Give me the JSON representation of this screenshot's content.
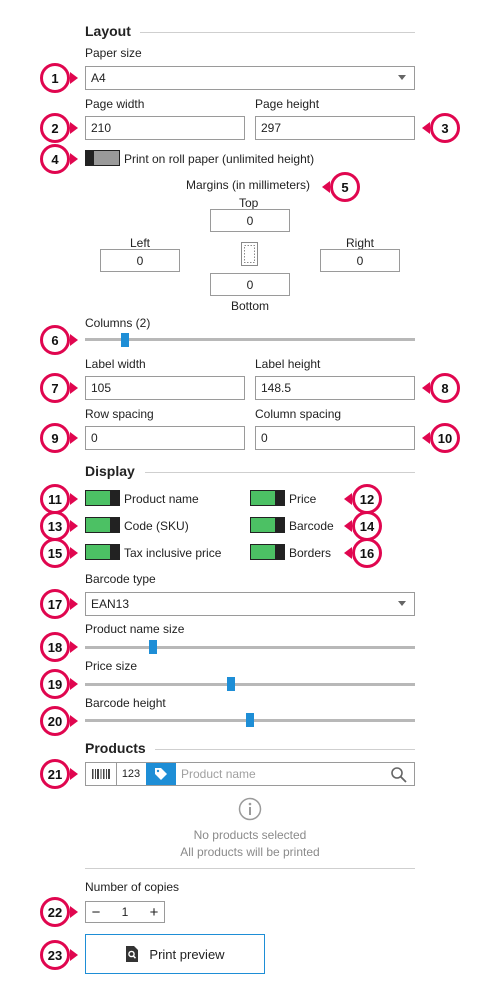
{
  "layout": {
    "title": "Layout",
    "paper_size_label": "Paper size",
    "paper_size_value": "A4",
    "page_width_label": "Page width",
    "page_width_value": "210",
    "page_height_label": "Page height",
    "page_height_value": "297",
    "roll_paper_label": "Print on roll paper (unlimited height)",
    "roll_paper_on": false,
    "margins_title": "Margins (in millimeters)",
    "top_label": "Top",
    "top_value": "0",
    "left_label": "Left",
    "left_value": "0",
    "right_label": "Right",
    "right_value": "0",
    "bottom_label": "Bottom",
    "bottom_value": "0",
    "columns_label": "Columns (2)",
    "label_width_label": "Label width",
    "label_width_value": "105",
    "label_height_label": "Label height",
    "label_height_value": "148.5",
    "row_spacing_label": "Row spacing",
    "row_spacing_value": "0",
    "column_spacing_label": "Column spacing",
    "column_spacing_value": "0"
  },
  "display": {
    "title": "Display",
    "toggles": [
      {
        "label": "Product name",
        "on": true
      },
      {
        "label": "Price",
        "on": true
      },
      {
        "label": "Code (SKU)",
        "on": true
      },
      {
        "label": "Barcode",
        "on": true
      },
      {
        "label": "Tax inclusive price",
        "on": true
      },
      {
        "label": "Borders",
        "on": true
      }
    ],
    "barcode_type_label": "Barcode type",
    "barcode_type_value": "EAN13",
    "product_name_size_label": "Product name size",
    "price_size_label": "Price size",
    "barcode_height_label": "Barcode height"
  },
  "products": {
    "title": "Products",
    "tab_number_label": "123",
    "search_placeholder": "Product name",
    "empty_line1": "No products selected",
    "empty_line2": "All products will be printed",
    "copies_label": "Number of copies",
    "copies_value": "1",
    "minus": "−",
    "plus": "+",
    "print_preview_label": "Print preview"
  },
  "callouts": [
    "1",
    "2",
    "3",
    "4",
    "5",
    "6",
    "7",
    "8",
    "9",
    "10",
    "11",
    "12",
    "13",
    "14",
    "15",
    "16",
    "17",
    "18",
    "19",
    "20",
    "21",
    "22",
    "23"
  ],
  "colors": {
    "accent": "#1e8ed6",
    "toggle_on": "#4cc164",
    "callout": "#e0064f"
  }
}
